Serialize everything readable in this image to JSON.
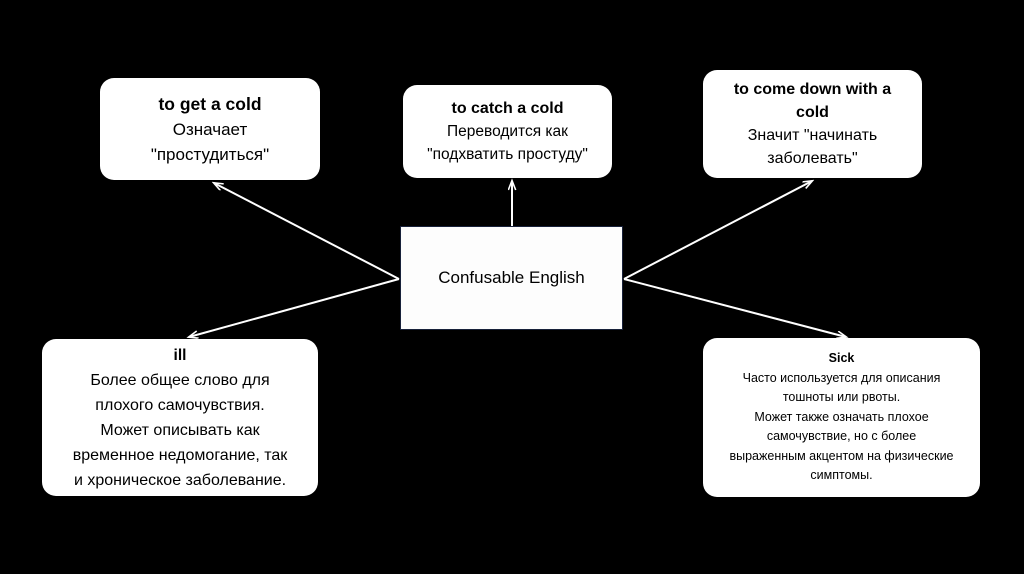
{
  "diagram": {
    "title": "Confusable English",
    "background_color": "#000000",
    "node_fill": "#ffffff",
    "edge_color": "#ffffff",
    "center": {
      "label": "Confusable English"
    },
    "nodes": [
      {
        "id": "get-a-cold",
        "title": "to get a cold",
        "lines": [
          "Означает",
          "\"простудиться\""
        ]
      },
      {
        "id": "catch-a-cold",
        "title": "to catch a cold",
        "lines": [
          "Переводится как",
          "\"подхватить простуду\""
        ]
      },
      {
        "id": "come-down-with-a-cold",
        "title": "to come down with a cold",
        "lines": [
          "Значит \"начинать",
          "заболевать\""
        ]
      },
      {
        "id": "ill",
        "title": "ill",
        "lines": [
          "Более общее слово для",
          "плохого самочувствия.",
          "Может описывать как",
          "временное недомогание, так",
          "и хроническое заболевание."
        ]
      },
      {
        "id": "sick",
        "title": "Sick",
        "lines": [
          "Часто используется для описания",
          "тошноты или рвоты.",
          "Может также означать плохое",
          "самочувствие, но с более",
          "выраженным акцентом на физические",
          "симптомы."
        ]
      }
    ],
    "edges": [
      {
        "from": "center",
        "to": "get-a-cold"
      },
      {
        "from": "center",
        "to": "catch-a-cold"
      },
      {
        "from": "center",
        "to": "come-down-with-a-cold"
      },
      {
        "from": "center",
        "to": "ill"
      },
      {
        "from": "center",
        "to": "sick"
      }
    ]
  }
}
